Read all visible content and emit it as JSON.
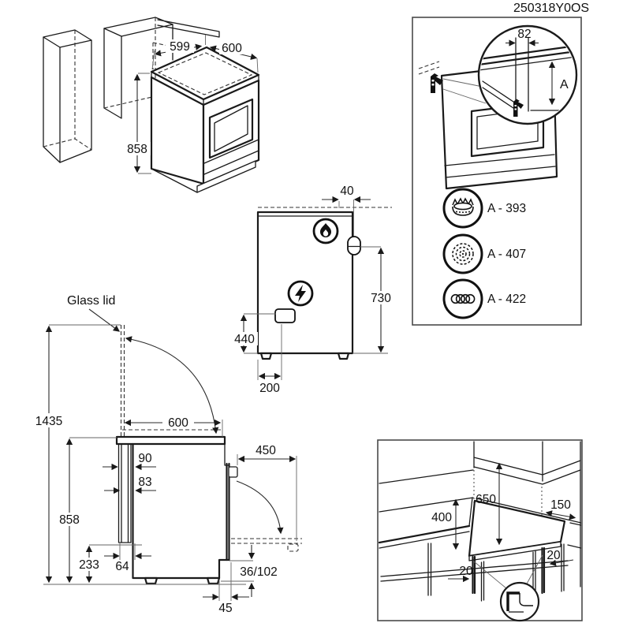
{
  "header": {
    "code": "250318Y0OS"
  },
  "colors": {
    "line": "#1a1a1a",
    "background": "#ffffff"
  },
  "iso_view": {
    "niche_width": "599",
    "top_width": "600",
    "height": "858"
  },
  "bracket_panel": {
    "bracket_offset": "82",
    "height_ref": "A",
    "hob_types": [
      {
        "icon": "gas-burner-icon",
        "label": "A - 393"
      },
      {
        "icon": "radiant-hob-icon",
        "label": "A - 407"
      },
      {
        "icon": "induction-coil-icon",
        "label": "A - 422"
      }
    ]
  },
  "rear_view": {
    "gas_icon": "flame-icon",
    "electric_icon": "lightning-bolt-icon",
    "gas_offset": "40",
    "gas_height": "730",
    "mains_height": "440",
    "mains_offset": "200"
  },
  "side_view": {
    "glass_lid": "Glass lid",
    "height_lid_open": "1435",
    "depth": "600",
    "gas_inset": "90",
    "mains_inset": "83",
    "door_open_depth": "450",
    "height": "858",
    "plinth_front_height": "233",
    "rear_gap": "64",
    "adjust_range": "36/102",
    "plinth_recess": "45"
  },
  "worktop_panel": {
    "cabinet_height": "650",
    "shelf_height": "400",
    "side_clearance": "150",
    "gap_left": "20",
    "gap_right": "20"
  }
}
